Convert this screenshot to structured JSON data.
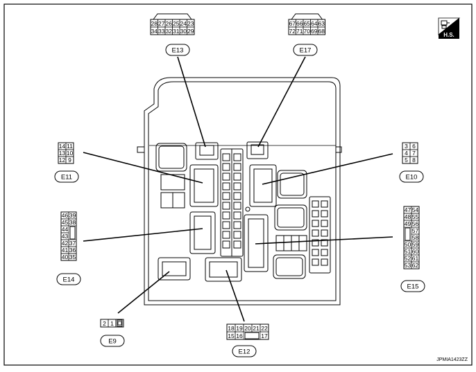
{
  "figure_ref": "JPMIA1423ZZ",
  "badge": {
    "text": "H.S.",
    "icon": "hand-symbol-icon"
  },
  "connectors": {
    "e13": {
      "label": "E13",
      "rows": [
        [
          "28",
          "27",
          "26",
          "25",
          "24",
          "23"
        ],
        [
          "34",
          "33",
          "32",
          "31",
          "30",
          "29"
        ]
      ]
    },
    "e17": {
      "label": "E17",
      "rows": [
        [
          "67",
          "66",
          "65",
          "64",
          "63"
        ],
        [
          "72",
          "71",
          "70",
          "69",
          "68"
        ]
      ]
    },
    "e11": {
      "label": "E11",
      "rows": [
        [
          "14",
          "11"
        ],
        [
          "13",
          "10"
        ],
        [
          "12",
          "9"
        ]
      ]
    },
    "e10": {
      "label": "E10",
      "rows": [
        [
          "3",
          "6"
        ],
        [
          "4",
          "7"
        ],
        [
          "5",
          "8"
        ]
      ]
    },
    "e14": {
      "label": "E14",
      "rows": [
        [
          "46",
          "39"
        ],
        [
          "45",
          "38"
        ],
        [
          "44",
          ""
        ],
        [
          "43",
          ""
        ],
        [
          "42",
          "37"
        ],
        [
          "41",
          "36"
        ],
        [
          "40",
          "35"
        ]
      ]
    },
    "e15": {
      "label": "E15",
      "rows": [
        [
          "47",
          "54"
        ],
        [
          "48",
          "55"
        ],
        [
          "49",
          "56"
        ],
        [
          "",
          "57"
        ],
        [
          "",
          "58"
        ],
        [
          "50",
          "59"
        ],
        [
          "51",
          "60"
        ],
        [
          "52",
          "61"
        ],
        [
          "53",
          "62"
        ]
      ]
    },
    "e9": {
      "label": "E9",
      "rows": [
        [
          "2",
          "1"
        ]
      ]
    },
    "e12": {
      "label": "E12",
      "rows": [
        [
          "18",
          "19",
          "20",
          "21",
          "22"
        ],
        [
          "15",
          "16",
          "",
          "",
          "17"
        ]
      ]
    }
  }
}
